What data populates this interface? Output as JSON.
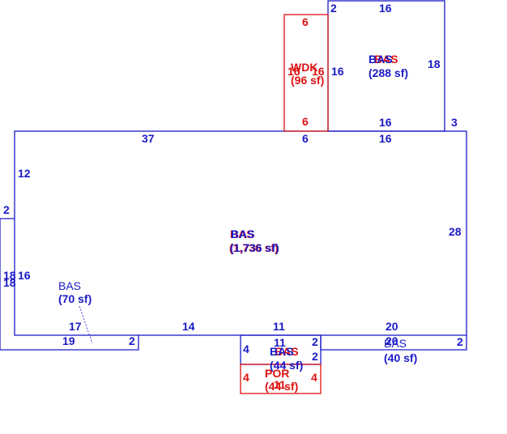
{
  "colors": {
    "bas": "#1a1ac8",
    "wdk": "#dd1111",
    "por": "#dd1111"
  },
  "areas": {
    "main": {
      "code": "BAS",
      "area": "(1,736 sf)",
      "code_overlay": "BAS"
    },
    "upper_right": {
      "code": "BAS",
      "area": "(288 sf)",
      "code_overlay": "BAS"
    },
    "wdk": {
      "code": "WDK",
      "area": "(96 sf)"
    },
    "left_wing": {
      "code": "BAS",
      "area": "(70 sf)"
    },
    "right_strip": {
      "code": "BAS",
      "area": "(40 sf)"
    },
    "small_bas": {
      "code": "BAS",
      "area": "(44 sf)",
      "code_overlay": "BAS"
    },
    "porch": {
      "code": "POR",
      "area": "(44 sf)"
    }
  },
  "dimensions": {
    "main_top_left": "37",
    "main_top_mid": "6",
    "main_top_right": "16",
    "main_left": "12",
    "main_right": "28",
    "main_bottom_left": "14",
    "main_bottom_mid": "11",
    "main_bottom_right": "20",
    "ur_top": "16",
    "ur_bottom": "16",
    "ur_left": "16",
    "ur_right": "18",
    "ur_corner_tl": "2",
    "ur_corner_br": "3",
    "wdk_top": "6",
    "wdk_bottom": "6",
    "wdk_left": "16",
    "wdk_right": "16",
    "left_outer": "18",
    "left_inner": "16",
    "left_corner_top": "2",
    "left_top": "17",
    "left_bottom": "19",
    "left_bottom_right": "2",
    "small_top": "11",
    "small_left": "4",
    "small_right_a": "2",
    "small_right_b": "2",
    "strip_top": "20",
    "strip_right": "2",
    "porch_left": "4",
    "porch_right": "4",
    "porch_bottom": "11"
  }
}
